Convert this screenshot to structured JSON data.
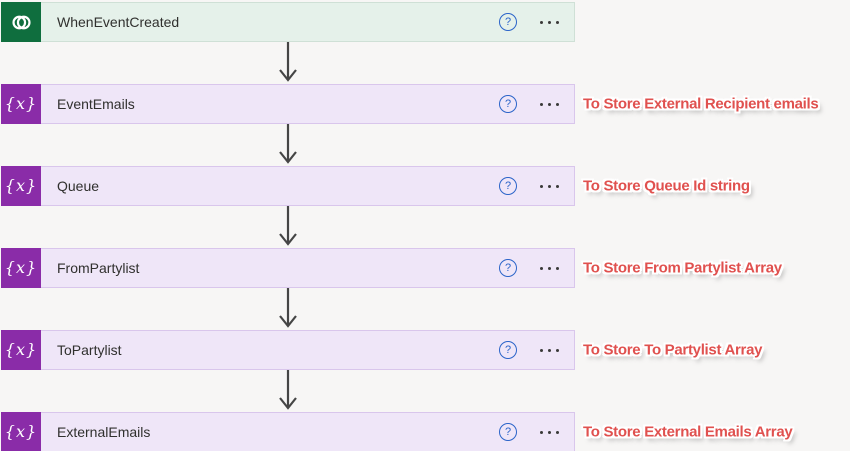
{
  "icons": {
    "help_glyph": "?",
    "variable_glyph": "{x}"
  },
  "colors": {
    "canvas_bg": "#f7f6f5",
    "trigger_icon_bg": "#0f6e3e",
    "trigger_card_bg": "#e5f1ea",
    "trigger_card_border": "#cfe0d6",
    "variable_icon_bg": "#8a2ca8",
    "variable_card_bg": "#efe6f8",
    "variable_card_border": "#d9c6ec",
    "help_icon_color": "#2b64c9",
    "annotation_color": "#e0514f",
    "arrow_color": "#454545"
  },
  "flow": {
    "steps": [
      {
        "kind": "trigger",
        "icon": "dataverse-icon",
        "label": "WhenEventCreated",
        "annotation": ""
      },
      {
        "kind": "variable",
        "icon": "variable-icon",
        "label": "EventEmails",
        "annotation": "To Store External Recipient emails"
      },
      {
        "kind": "variable",
        "icon": "variable-icon",
        "label": "Queue",
        "annotation": "To Store Queue Id string"
      },
      {
        "kind": "variable",
        "icon": "variable-icon",
        "label": "FromPartylist",
        "annotation": "To Store From Partylist Array"
      },
      {
        "kind": "variable",
        "icon": "variable-icon",
        "label": "ToPartylist",
        "annotation": "To Store To Partylist Array"
      },
      {
        "kind": "variable",
        "icon": "variable-icon",
        "label": "ExternalEmails",
        "annotation": "To Store External Emails Array"
      }
    ]
  }
}
